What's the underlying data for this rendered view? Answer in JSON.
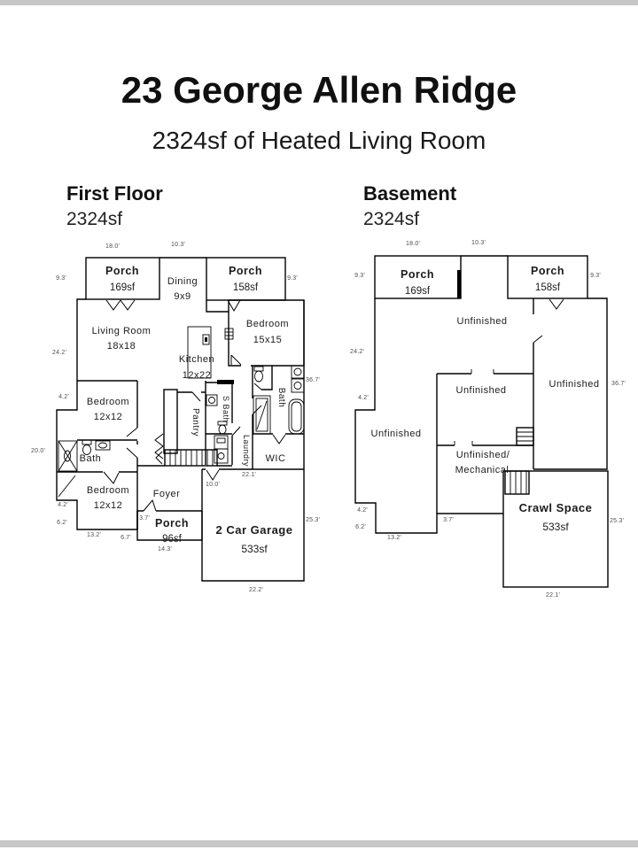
{
  "title": "23 George Allen Ridge",
  "subtitle": "2324sf of Heated Living Room",
  "first_floor": {
    "heading": "First Floor",
    "area": "2324sf",
    "rooms": {
      "porch_left_name": "Porch",
      "porch_left_area": "169sf",
      "dining_name": "Dining",
      "dining_size": "9x9",
      "porch_right_name": "Porch",
      "porch_right_area": "158sf",
      "living_name": "Living Room",
      "living_size": "18x18",
      "bedroom15_name": "Bedroom",
      "bedroom15_size": "15x15",
      "kitchen_name": "Kitchen",
      "kitchen_size": "12x22",
      "bedroom_up_name": "Bedroom",
      "bedroom_up_size": "12x12",
      "bath_left_name": "Bath",
      "pantry_name": "Pantry",
      "sbath_name": "S Bath",
      "laundry_name": "Laundry",
      "bath_master_name": "Bath",
      "wic_name": "WIC",
      "bedroom_low_name": "Bedroom",
      "bedroom_low_size": "12x12",
      "foyer_name": "Foyer",
      "porch_front_name": "Porch",
      "porch_front_area": "96sf",
      "garage_name": "2 Car Garage",
      "garage_area": "533sf"
    },
    "dims": {
      "top_w1": "18.0'",
      "top_w2": "10.3'",
      "left_h1": "9.3'",
      "right_h1": "9.3'",
      "left_h2": "24.2'",
      "left_h3": "4.2'",
      "left_h4": "20.0'",
      "left_h5": "4.2'",
      "left_h6": "6.2'",
      "bottom_w1": "13.2'",
      "bottom_w2": "6.7'",
      "step": "3.7'",
      "porch_w": "14.3'",
      "garage_w_top": "22.1'",
      "garage_h_left": "10.0'",
      "right_h2": "36.7'",
      "right_h3": "25.3'",
      "bottom_w3": "22.2'"
    }
  },
  "basement": {
    "heading": "Basement",
    "area": "2324sf",
    "rooms": {
      "porch_left_name": "Porch",
      "porch_left_area": "169sf",
      "porch_right_name": "Porch",
      "porch_right_area": "158sf",
      "unfinished_top": "Unfinished",
      "unfinished_mid": "Unfinished",
      "unfinished_right": "Unfinished",
      "unfinished_left": "Unfinished",
      "mech_line1": "Unfinished/",
      "mech_line2": "Mechanical",
      "crawl_name": "Crawl Space",
      "crawl_area": "533sf"
    },
    "dims": {
      "top_w1": "18.0'",
      "top_w2": "10.3'",
      "left_h1": "9.3'",
      "right_h1": "9.3'",
      "left_h2": "24.2'",
      "left_h3": "4.2'",
      "left_h4": "4.2'",
      "left_h5": "6.2'",
      "bottom_w1": "13.2'",
      "step": "3.7'",
      "right_h2": "36.7'",
      "right_h3": "25.3'",
      "bottom_w2": "22.1'"
    }
  }
}
